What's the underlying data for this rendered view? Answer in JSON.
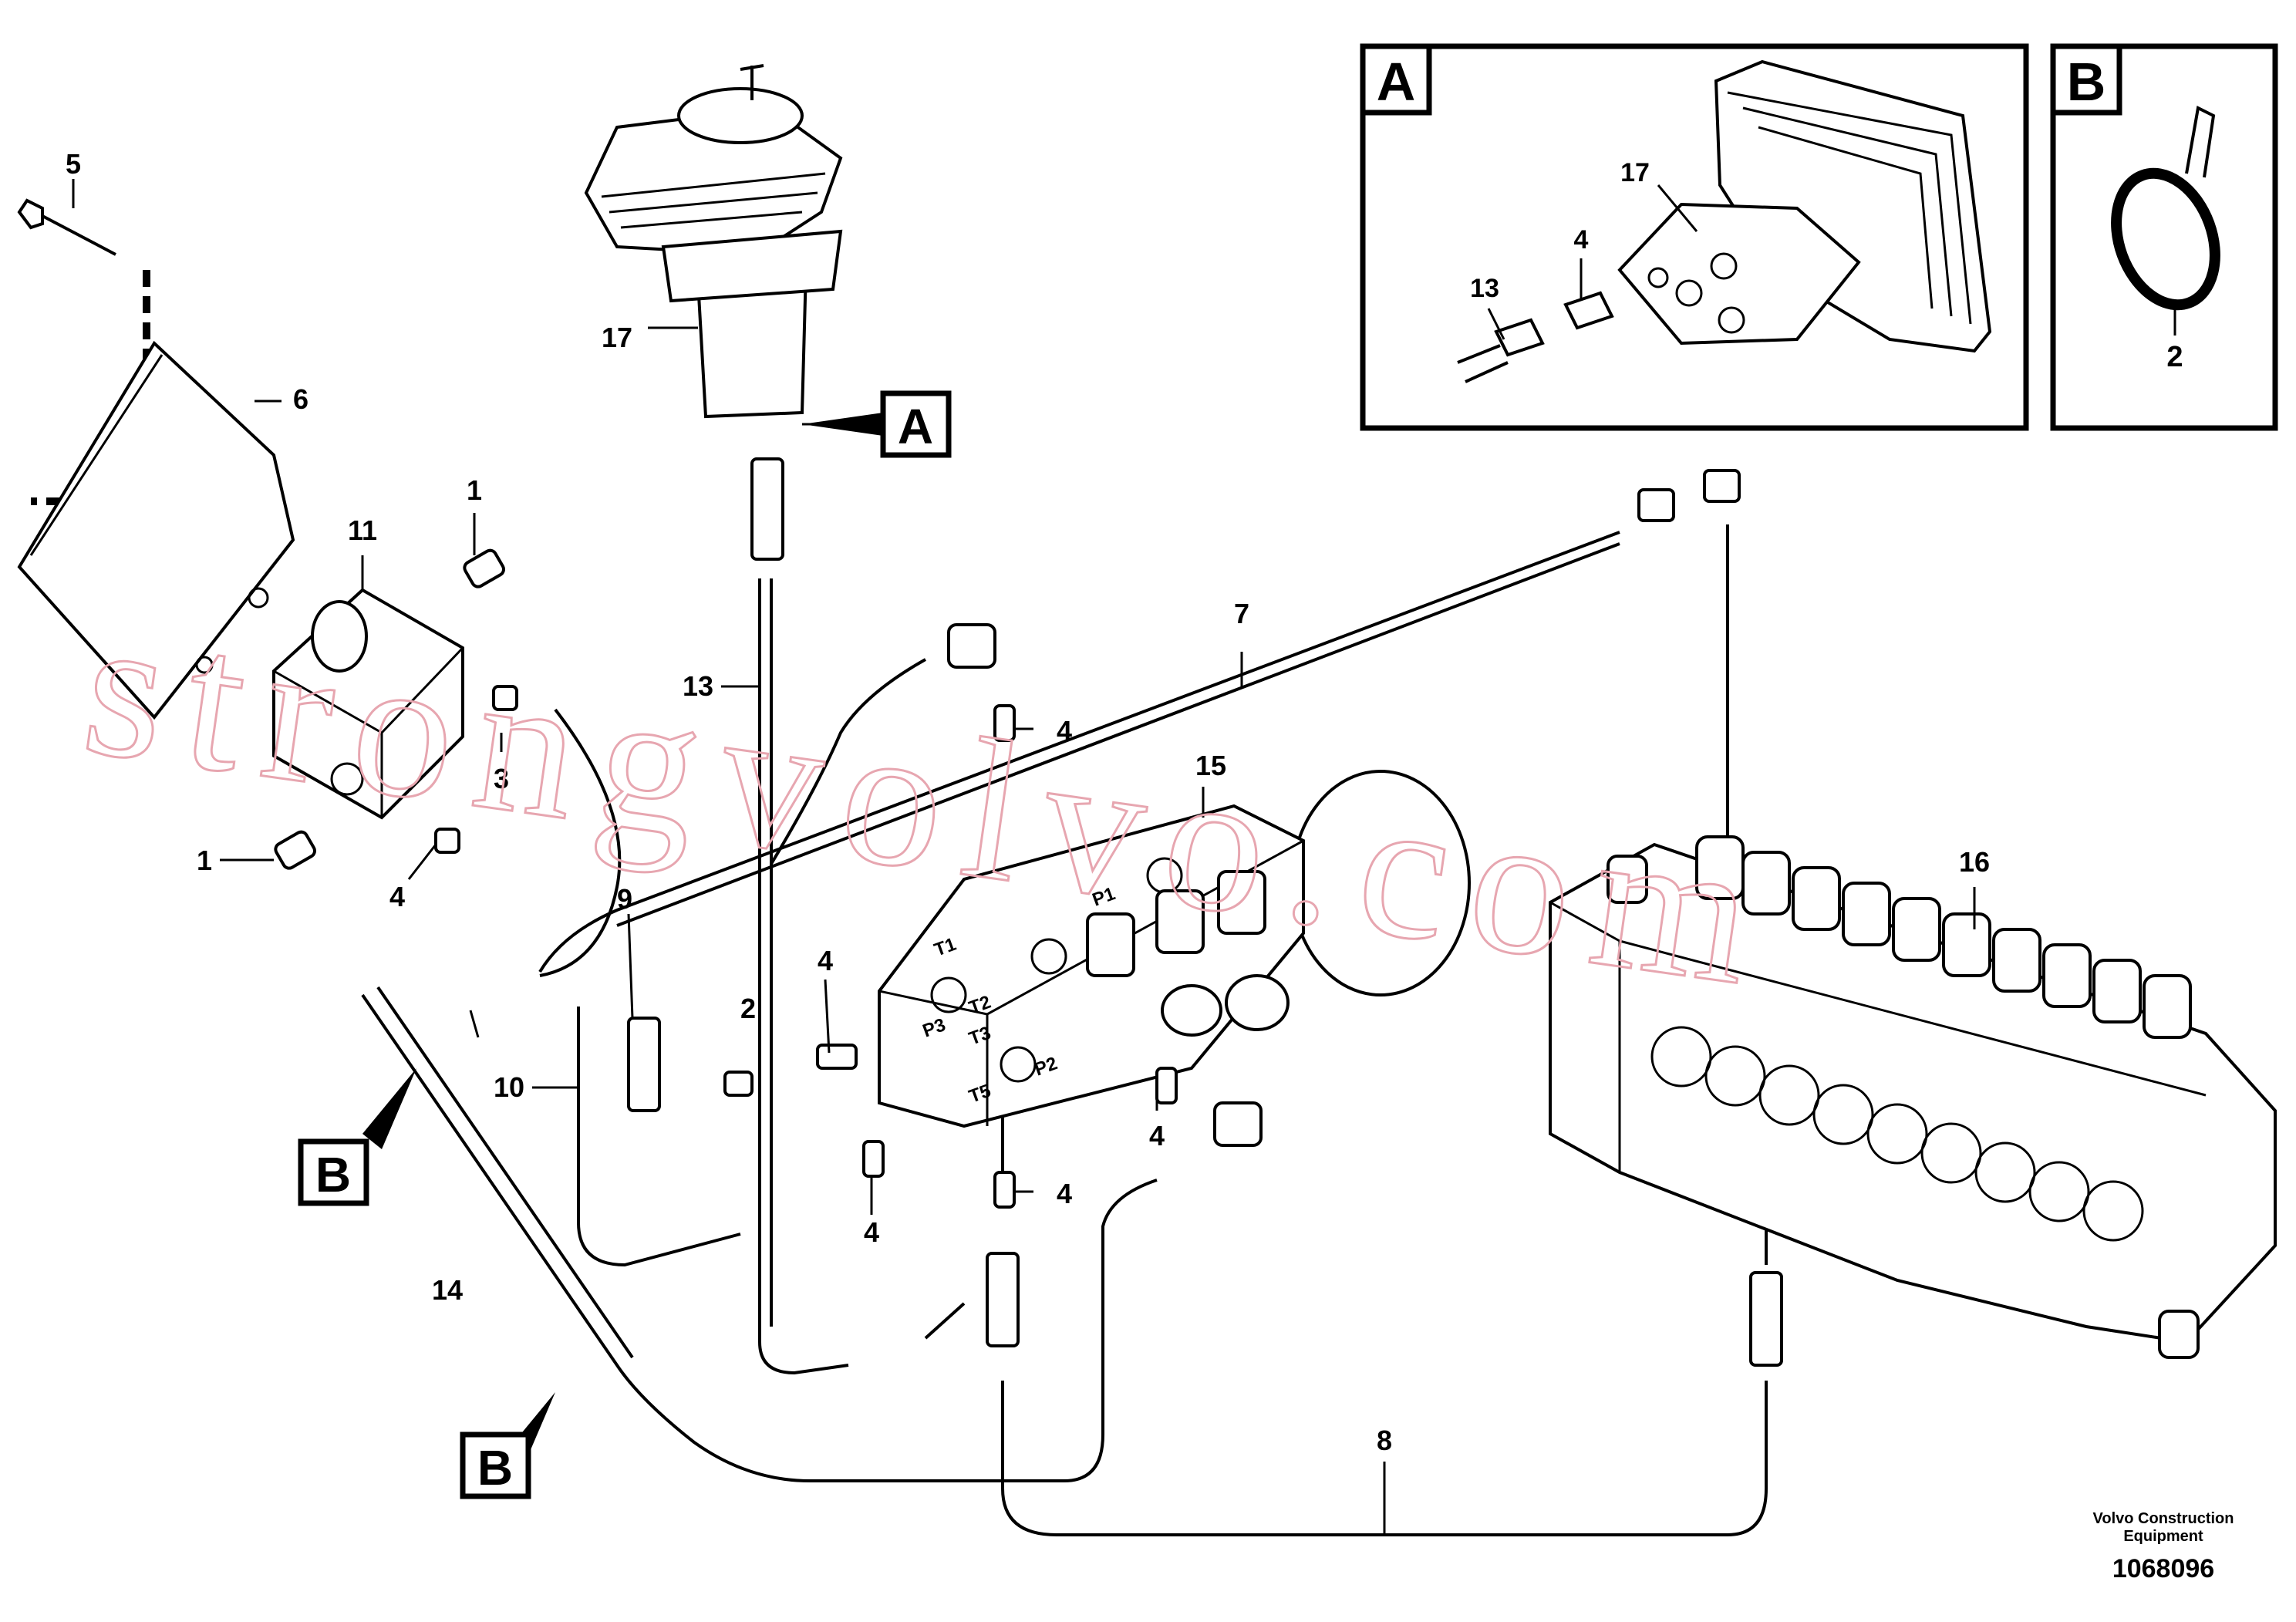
{
  "callouts": {
    "n1a": "1",
    "n1b": "1",
    "n2a": "2",
    "n2b": "2",
    "n3": "3",
    "n4a": "4",
    "n4b": "4",
    "n4c": "4",
    "n4d": "4",
    "n4e": "4",
    "n4f": "4",
    "n4g": "4",
    "n5": "5",
    "n6": "6",
    "n7": "7",
    "n8": "8",
    "n9": "9",
    "n10": "10",
    "n11": "11",
    "n13a": "13",
    "n13b": "13",
    "n14": "14",
    "n15": "15",
    "n16": "16",
    "n17a": "17",
    "n17b": "17"
  },
  "detail_tags": {
    "a_main": "A",
    "b_1": "B",
    "b_2": "B"
  },
  "insets": {
    "a_label": "A",
    "b_label": "B"
  },
  "port_labels": {
    "p1": "P1",
    "p2": "P2",
    "p3": "P3",
    "t1": "T1",
    "t2": "T2",
    "t3": "T3",
    "t5": "T5"
  },
  "watermark": "strongvolvo.com",
  "publisher": {
    "line1": "Volvo Construction",
    "line2": "Equipment",
    "ref": "1068096"
  }
}
